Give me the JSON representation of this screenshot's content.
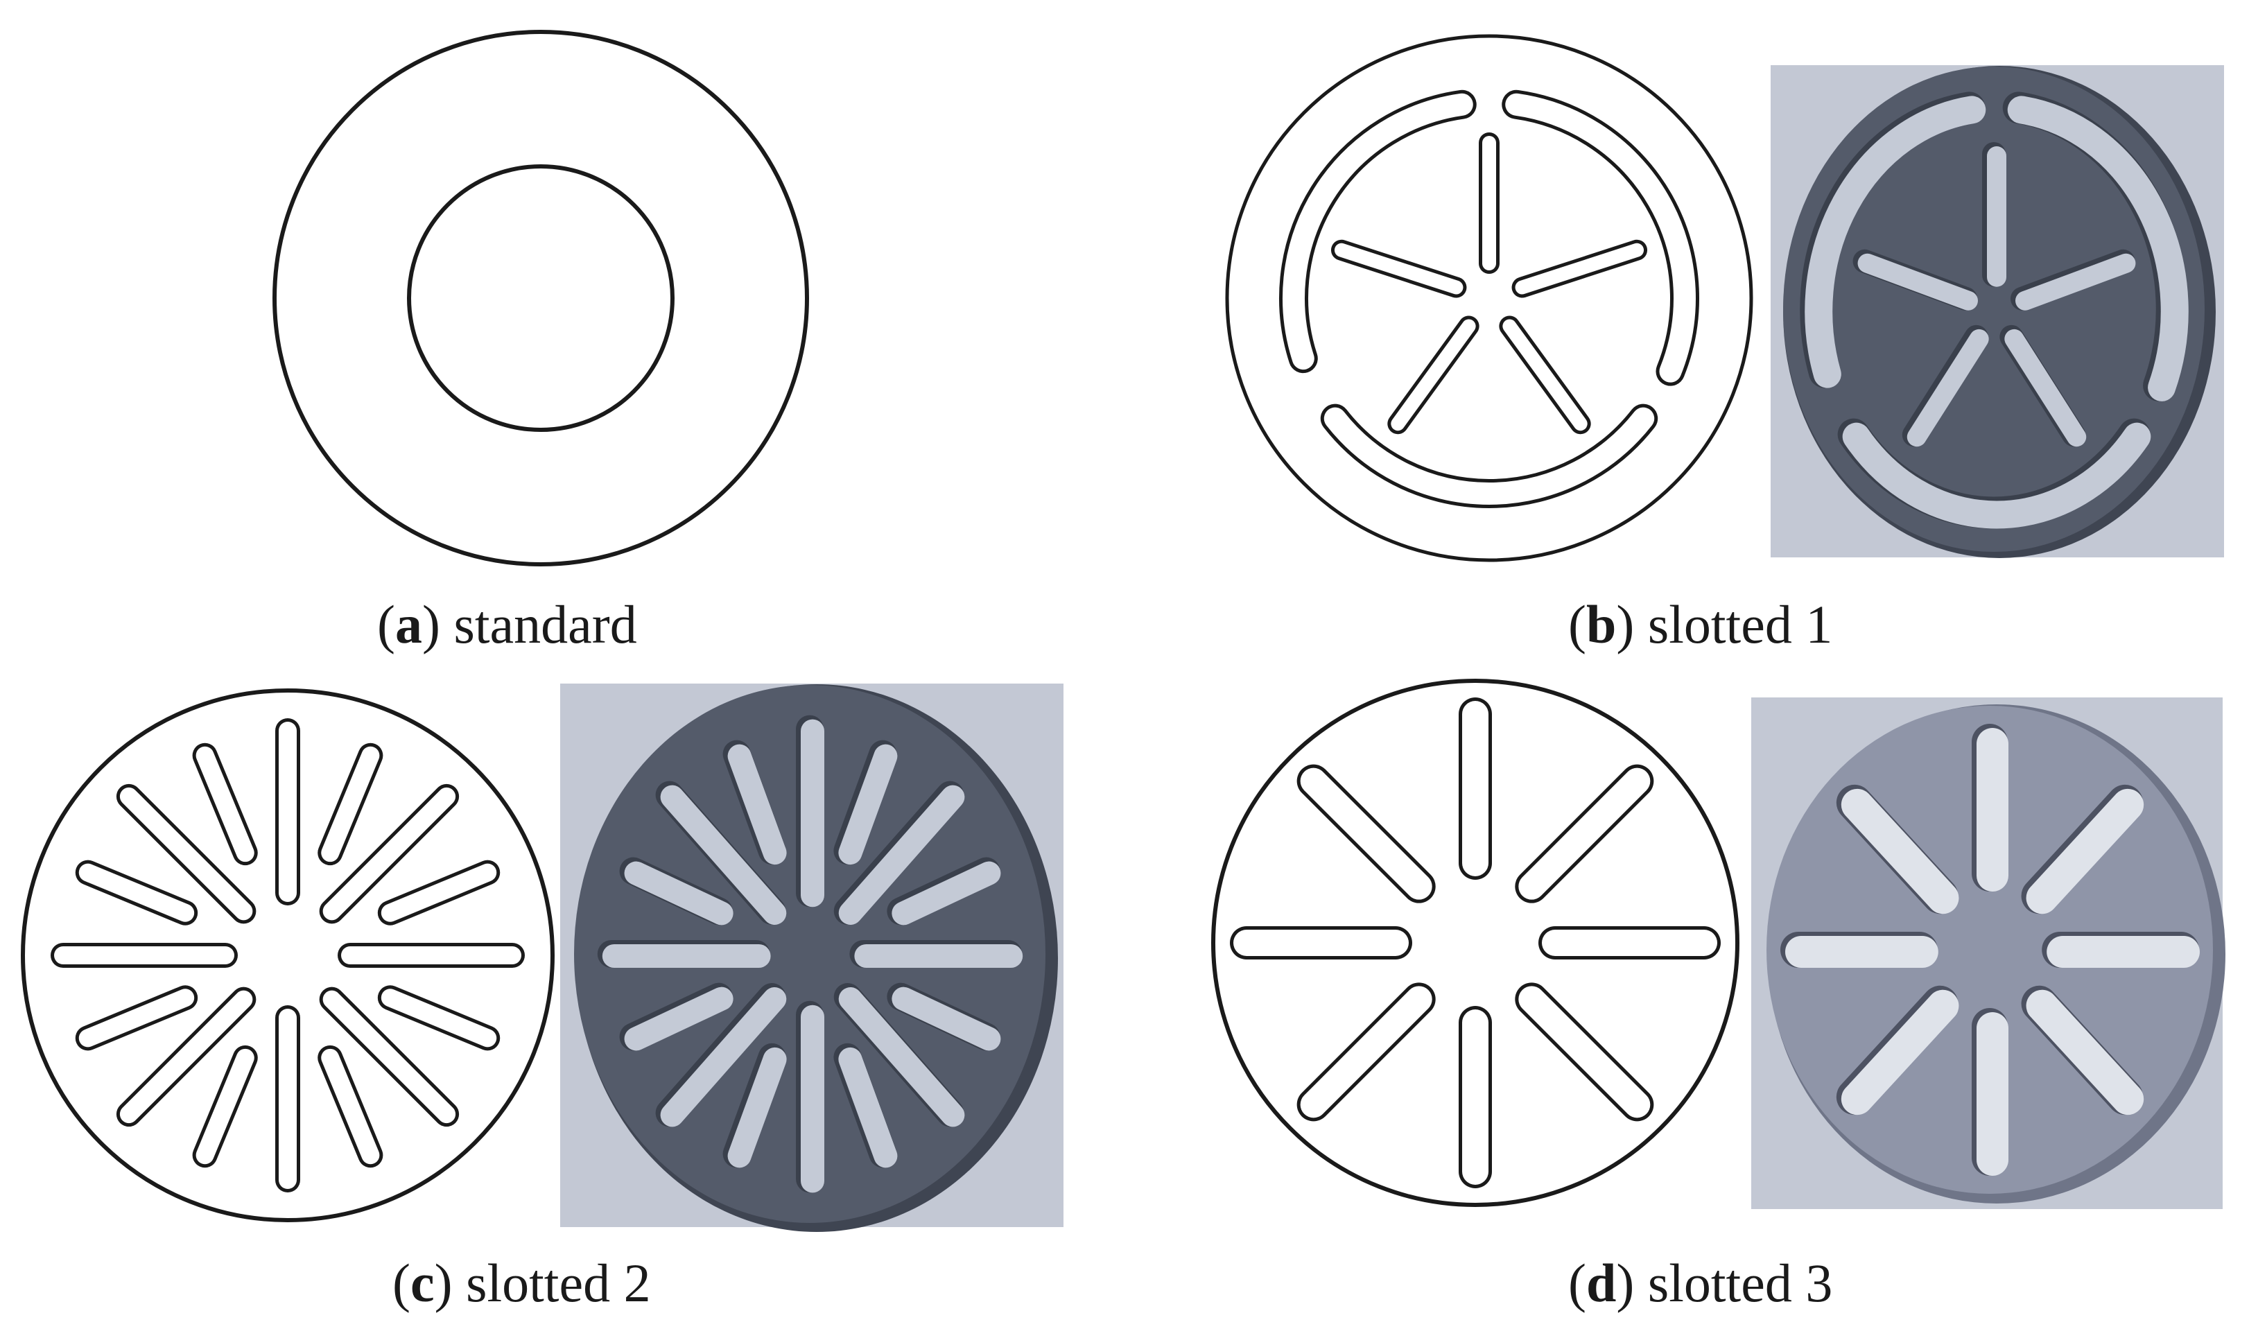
{
  "panels": [
    {
      "letter": "a",
      "title": "standard"
    },
    {
      "letter": "b",
      "title": "slotted 1"
    },
    {
      "letter": "c",
      "title": "slotted 2"
    },
    {
      "letter": "d",
      "title": "slotted 3"
    }
  ],
  "colors": {
    "line": "#1a1a1a",
    "render_bg": "#c3c8d4",
    "render_plate_dark": "#545b6a",
    "render_plate_light": "#8f95a8",
    "slot_fill": "#c4cad6",
    "slot_fill_light": "#dfe3ea"
  }
}
